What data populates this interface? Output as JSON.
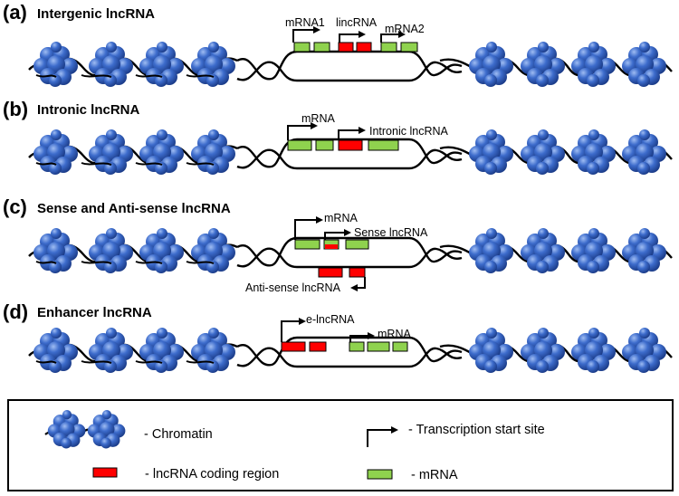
{
  "colors": {
    "lncrna": "#ff0000",
    "mrna": "#8fd24e",
    "chromatin": "#3a66c4",
    "dna": "#000000"
  },
  "panels": [
    {
      "letter": "(a)",
      "title": "Intergenic lncRNA",
      "labels": [
        "mRNA1",
        "lincRNA",
        "mRNA2"
      ]
    },
    {
      "letter": "(b)",
      "title": "Intronic lncRNA",
      "labels": [
        "mRNA",
        "Intronic lncRNA"
      ]
    },
    {
      "letter": "(c)",
      "title": "Sense and Anti-sense lncRNA",
      "labels": [
        "mRNA",
        "Sense lncRNA",
        "Anti-sense lncRNA"
      ]
    },
    {
      "letter": "(d)",
      "title": "Enhancer lncRNA",
      "labels": [
        "e-lncRNA",
        "mRNA"
      ]
    }
  ],
  "legend": {
    "chromatin": "- Chromatin",
    "tss": "- Transcription start site",
    "lncrna": "- lncRNA  coding region",
    "mrna": "- mRNA"
  }
}
